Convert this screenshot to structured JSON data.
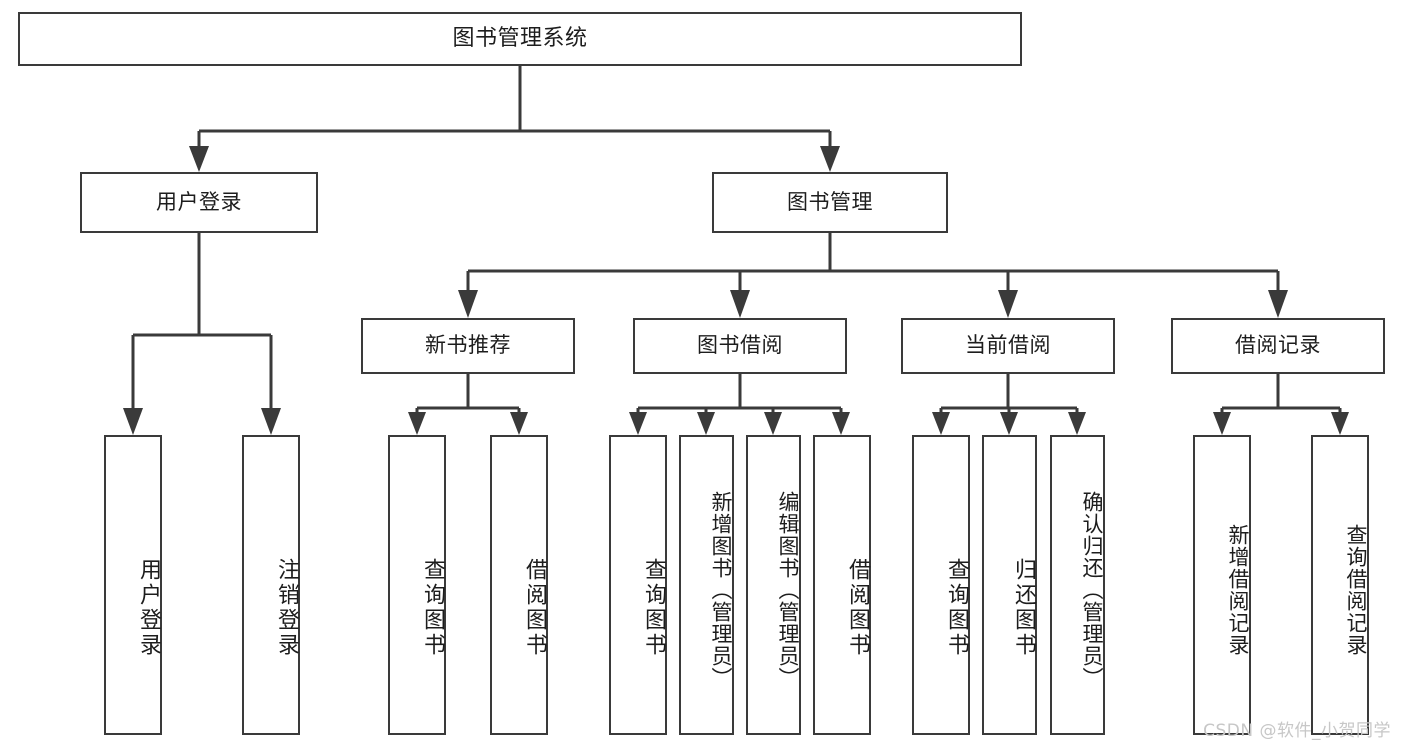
{
  "diagram": {
    "title": "图书管理系统",
    "type": "tree",
    "watermark": "CSDN @软件_小贺同学",
    "colors": {
      "line": "#3a3a3a",
      "box_fill": "#ffffff",
      "text": "#1d1d1d",
      "watermark": "#c7c7c7"
    },
    "levels": {
      "root": {
        "label": "图书管理系统"
      },
      "level2": [
        {
          "id": "user-login",
          "label": "用户登录"
        },
        {
          "id": "book-manage",
          "label": "图书管理"
        }
      ],
      "level3": [
        {
          "id": "new-book-recommend",
          "label": "新书推荐",
          "parent": "book-manage"
        },
        {
          "id": "book-borrow",
          "label": "图书借阅",
          "parent": "book-manage"
        },
        {
          "id": "current-borrow",
          "label": "当前借阅",
          "parent": "book-manage"
        },
        {
          "id": "borrow-record",
          "label": "借阅记录",
          "parent": "book-manage"
        }
      ],
      "leaves": [
        {
          "id": "leaf-user-login",
          "label": "用户登录",
          "parent": "user-login"
        },
        {
          "id": "leaf-logout",
          "label": "注销登录",
          "parent": "user-login"
        },
        {
          "id": "leaf-query-book-1",
          "label": "查询图书",
          "parent": "new-book-recommend"
        },
        {
          "id": "leaf-borrow-book-1",
          "label": "借阅图书",
          "parent": "new-book-recommend"
        },
        {
          "id": "leaf-query-book-2",
          "label": "查询图书",
          "parent": "book-borrow"
        },
        {
          "id": "leaf-add-book",
          "label": "新增图书（管理员）",
          "parent": "book-borrow"
        },
        {
          "id": "leaf-edit-book",
          "label": "编辑图书（管理员）",
          "parent": "book-borrow"
        },
        {
          "id": "leaf-borrow-book-2",
          "label": "借阅图书",
          "parent": "book-borrow"
        },
        {
          "id": "leaf-query-book-3",
          "label": "查询图书",
          "parent": "current-borrow"
        },
        {
          "id": "leaf-return-book",
          "label": "归还图书",
          "parent": "current-borrow"
        },
        {
          "id": "leaf-confirm-return",
          "label": "确认归还（管理员）",
          "parent": "current-borrow"
        },
        {
          "id": "leaf-add-record",
          "label": "新增借阅记录",
          "parent": "borrow-record"
        },
        {
          "id": "leaf-query-record",
          "label": "查询借阅记录",
          "parent": "borrow-record"
        }
      ]
    }
  }
}
